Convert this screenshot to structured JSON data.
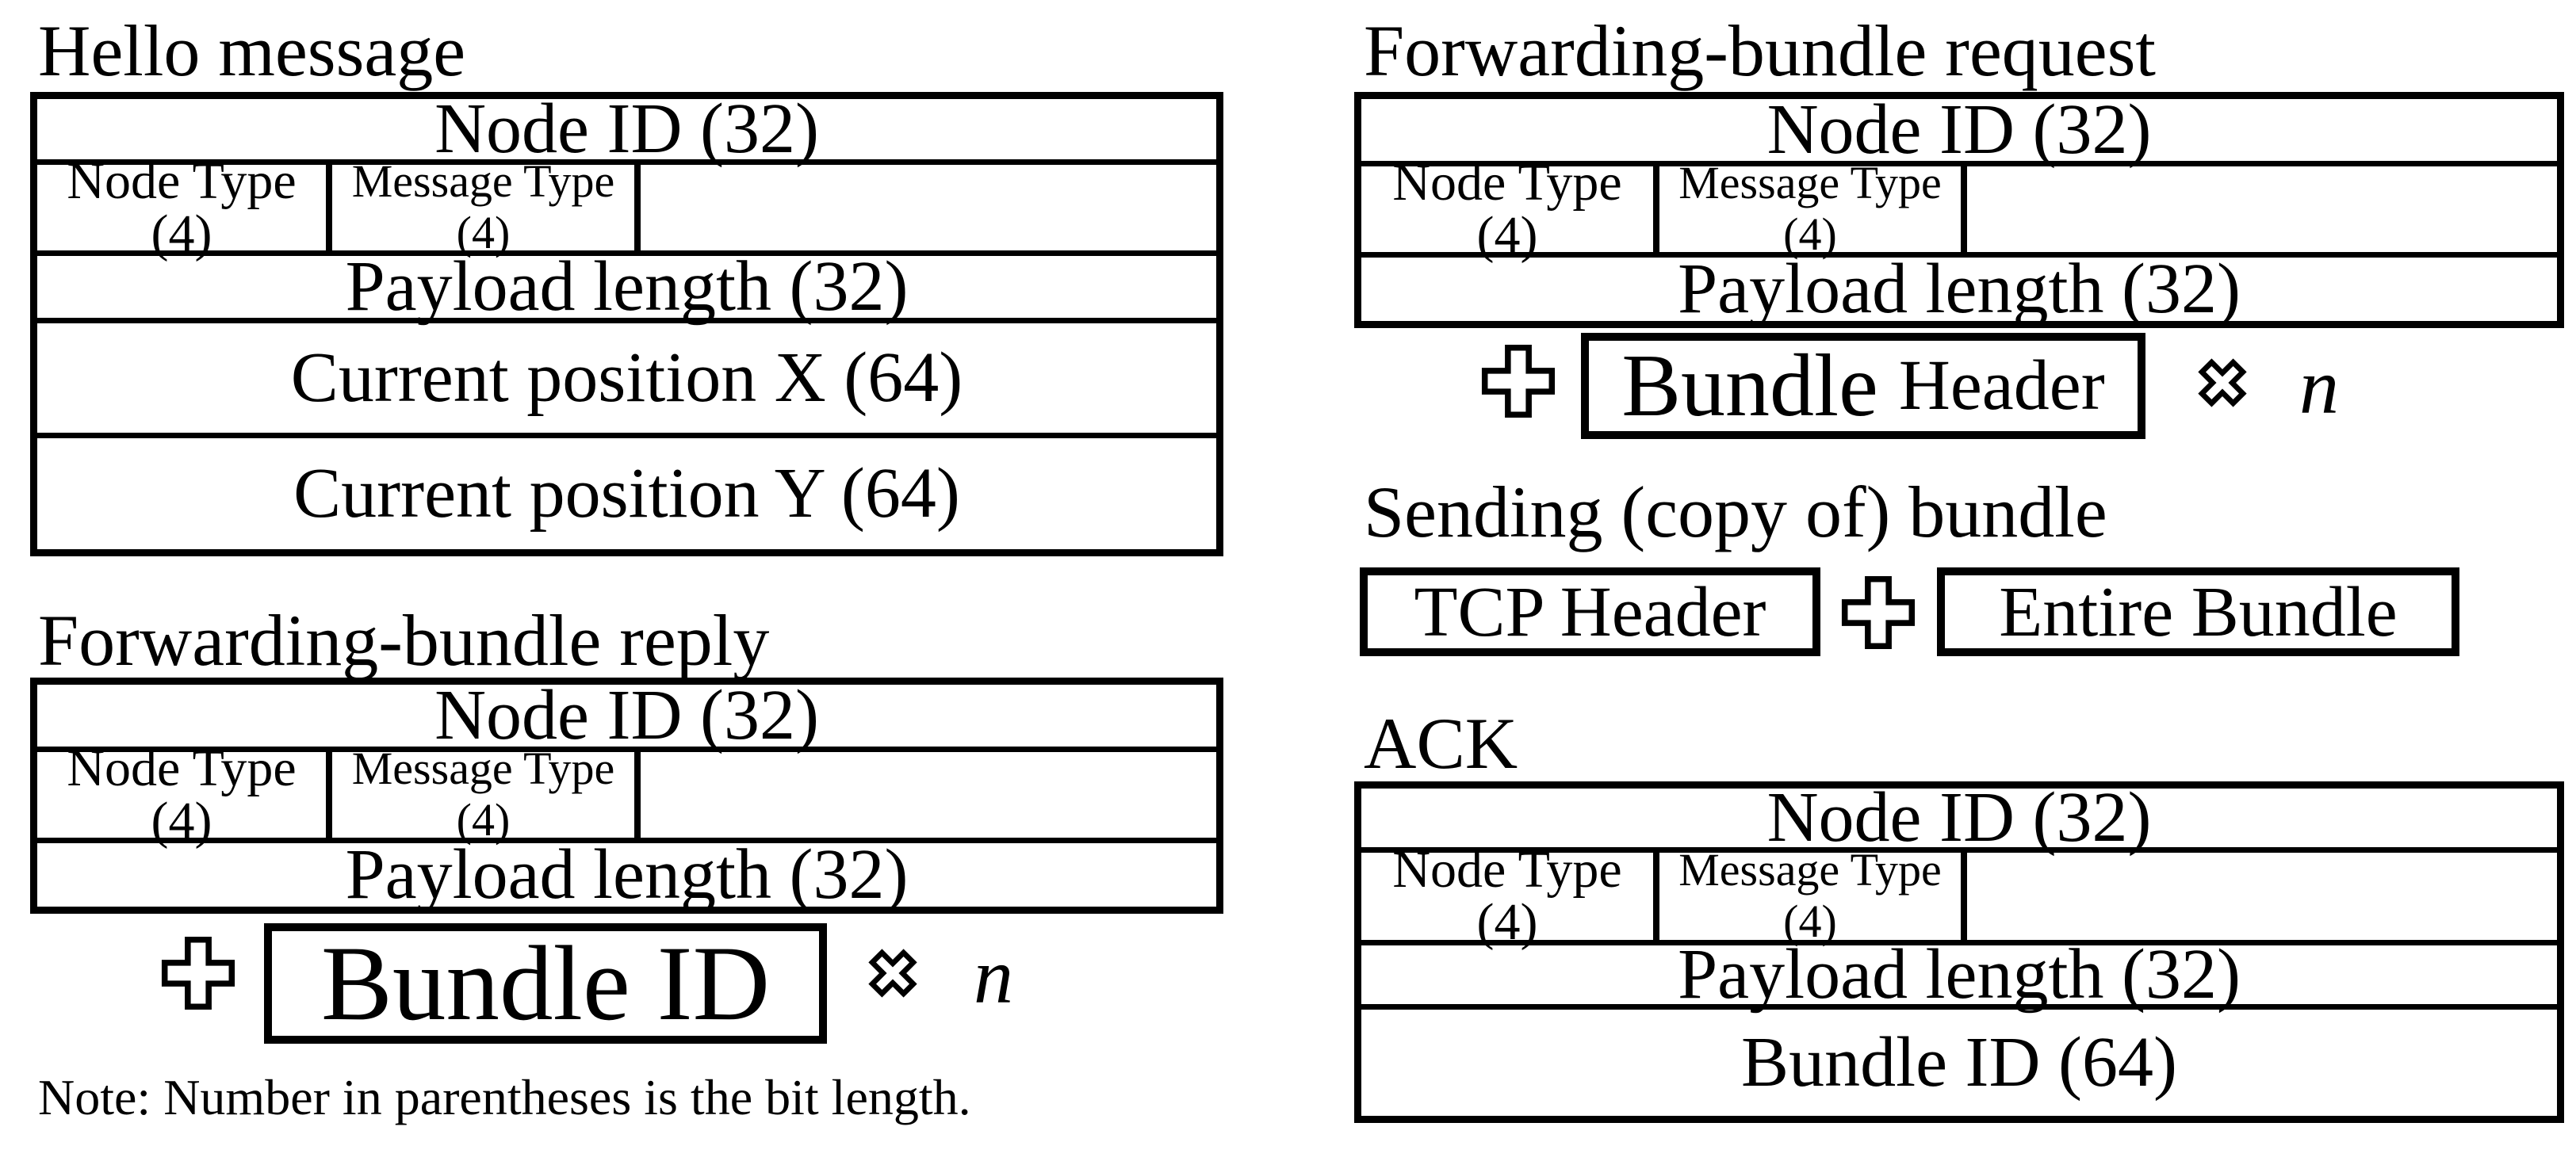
{
  "page": {
    "background": "#ffffff",
    "ink": "#000000"
  },
  "note": "Note: Number in parentheses is the bit length.",
  "hello": {
    "title": "Hello message",
    "node_id": "Node ID (32)",
    "node_type": "Node Type (4)",
    "message_type": "Message Type",
    "message_type_bits": "(4)",
    "payload_length": "Payload length (32)",
    "position_x": "Current position X (64)",
    "position_y": "Current position Y (64)"
  },
  "reply": {
    "title": "Forwarding-bundle reply",
    "node_id": "Node ID (32)",
    "node_type": "Node Type (4)",
    "message_type": "Message Type",
    "message_type_bits": "(4)",
    "payload_length": "Payload length (32)",
    "appended_box": "Bundle ID",
    "repeat_var": "n"
  },
  "request": {
    "title": "Forwarding-bundle request",
    "node_id": "Node ID (32)",
    "node_type": "Node Type (4)",
    "message_type": "Message Type",
    "message_type_bits": "(4)",
    "payload_length": "Payload length (32)",
    "appended_box_word1": "Bundle",
    "appended_box_word2": "Header",
    "repeat_var": "n"
  },
  "sending": {
    "title": "Sending (copy of) bundle",
    "left_box": "TCP Header",
    "right_box": "Entire Bundle"
  },
  "ack": {
    "title": "ACK",
    "node_id": "Node ID (32)",
    "node_type": "Node Type (4)",
    "message_type": "Message Type",
    "message_type_bits": "(4)",
    "payload_length": "Payload length (32)",
    "bundle_id": "Bundle ID (64)"
  }
}
